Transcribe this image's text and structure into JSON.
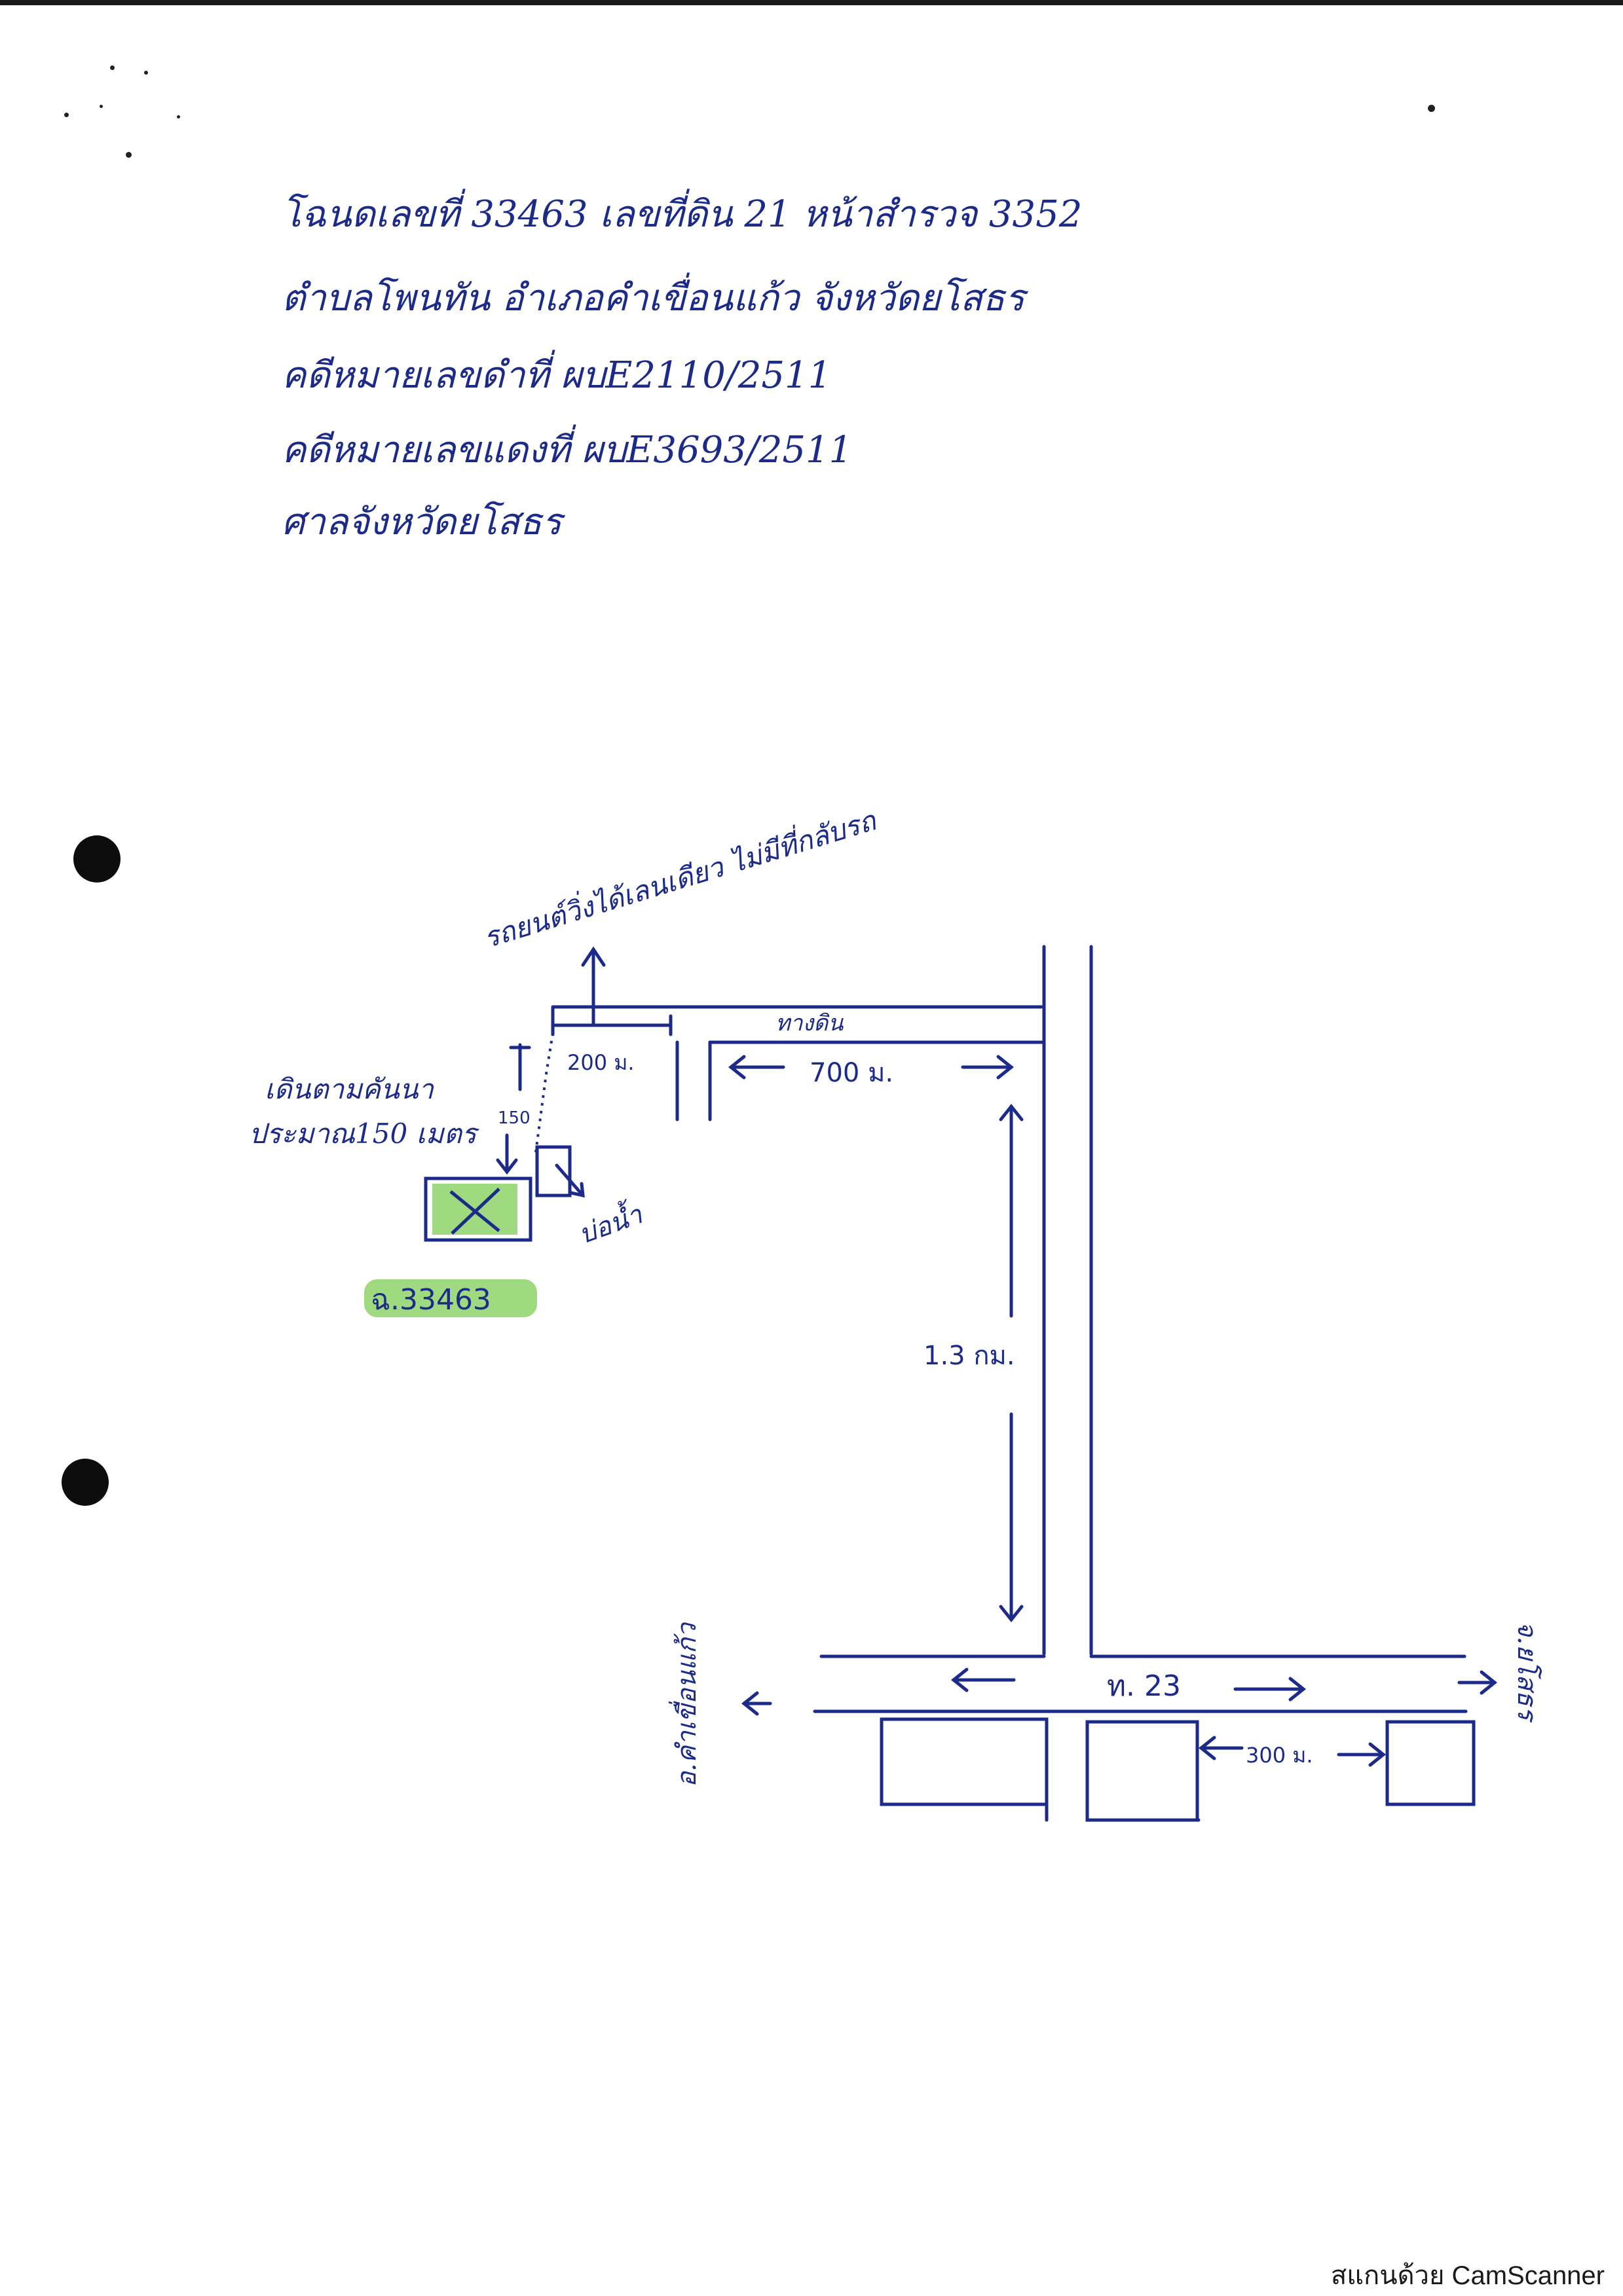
{
  "header": {
    "line1": "โฉนดเลขที่ 33463 เลขที่ดิน 21 หน้าสำรวจ 3352",
    "line2": "ตำบลโพนทัน อำเภอคำเขื่อนแก้ว จังหวัดยโสธร",
    "line3": "คดีหมายเลขดำที่ ผบE2110/2511",
    "line4": "คดีหมายเลขแดงที่ ผบE3693/2511",
    "line5": "ศาลจังหวัดยโสธร"
  },
  "map": {
    "rotated_note": "รถยนต์วิ่งได้เลนเดียว ไม่มีที่กลับรถ",
    "dirt_road": "ทางดิน",
    "dist_200": "200 ม.",
    "dist_700": "700 ม.",
    "dist_13km": "1.3 กม.",
    "dist_150": "150",
    "walk_note_1": "เดินตามคันนา",
    "walk_note_2": "ประมาณ150 เมตร",
    "pond": "บ่อน้ำ",
    "deed_label": "ฉ.33463",
    "highway": "ท. 23",
    "dist_300": "300 ม.",
    "left_dir": "อ.คำเขื่อนแก้ว",
    "right_dir": "จ.ยโสธร"
  },
  "colors": {
    "ink": "#1c2a8a",
    "highlight": "#8ed36a",
    "punch": "#0d0d0d"
  },
  "footer": {
    "brand": "สแกนด้วย CamScanner"
  }
}
